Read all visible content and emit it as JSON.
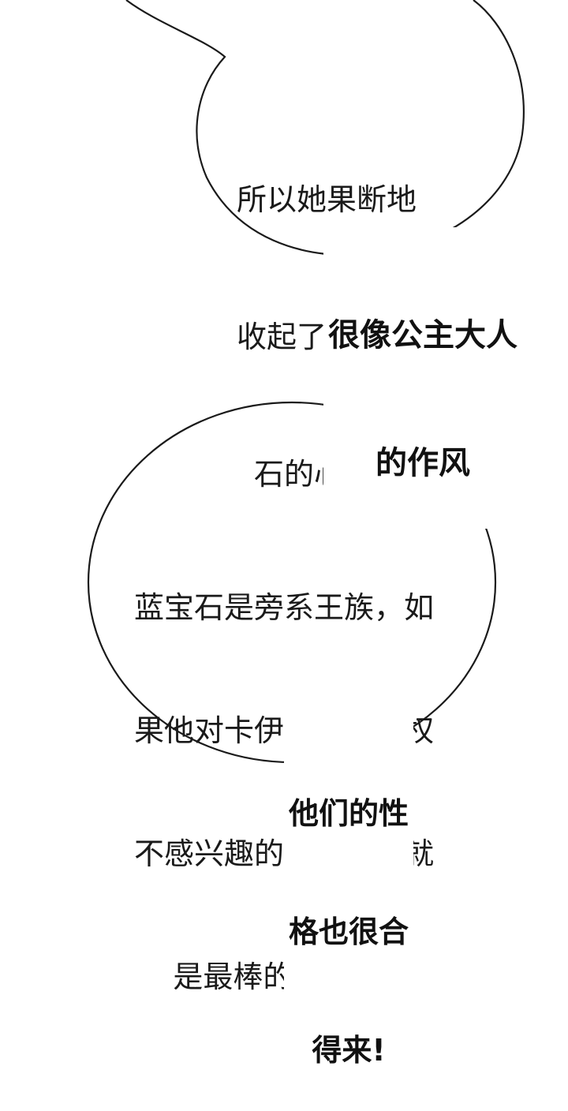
{
  "bubble_top": {
    "lines": [
      "所以她果断地",
      "收起了对石榴",
      "石的心思。"
    ]
  },
  "aside_top": {
    "lines": [
      "很像公主大人",
      "的作风"
    ]
  },
  "bubble_bottom": {
    "lines": [
      "蓝宝石是旁系王族，如",
      "果他对卡伊利亚的王权",
      "不感兴趣的话，那他就",
      "是最棒的新郎官!"
    ]
  },
  "aside_bottom": {
    "lines": [
      "他们的性",
      "格也很合",
      "得来!"
    ]
  },
  "colors": {
    "outline": "#1a1a1a",
    "background": "#ffffff"
  }
}
